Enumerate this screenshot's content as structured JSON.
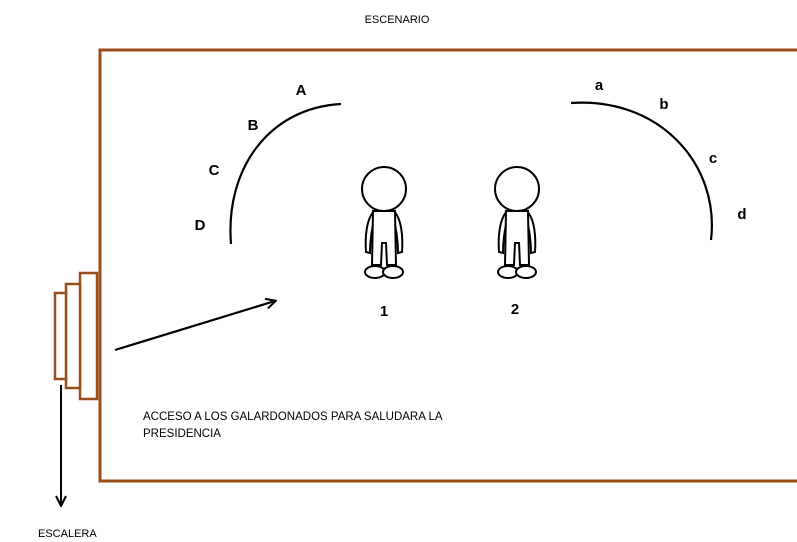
{
  "title": "ESCENARIO",
  "left_arc_labels": [
    "A",
    "B",
    "C",
    "D"
  ],
  "right_arc_labels": [
    "a",
    "b",
    "c",
    "d"
  ],
  "figures": [
    "1",
    "2"
  ],
  "note_line1": "ACCESO A LOS GALARDONADOS PARA SALUDARA LA",
  "note_line2": "PRESIDENCIA",
  "stairs_label": "ESCALERA",
  "colors": {
    "frame": "#9a4f1a",
    "stroke": "#000000"
  }
}
